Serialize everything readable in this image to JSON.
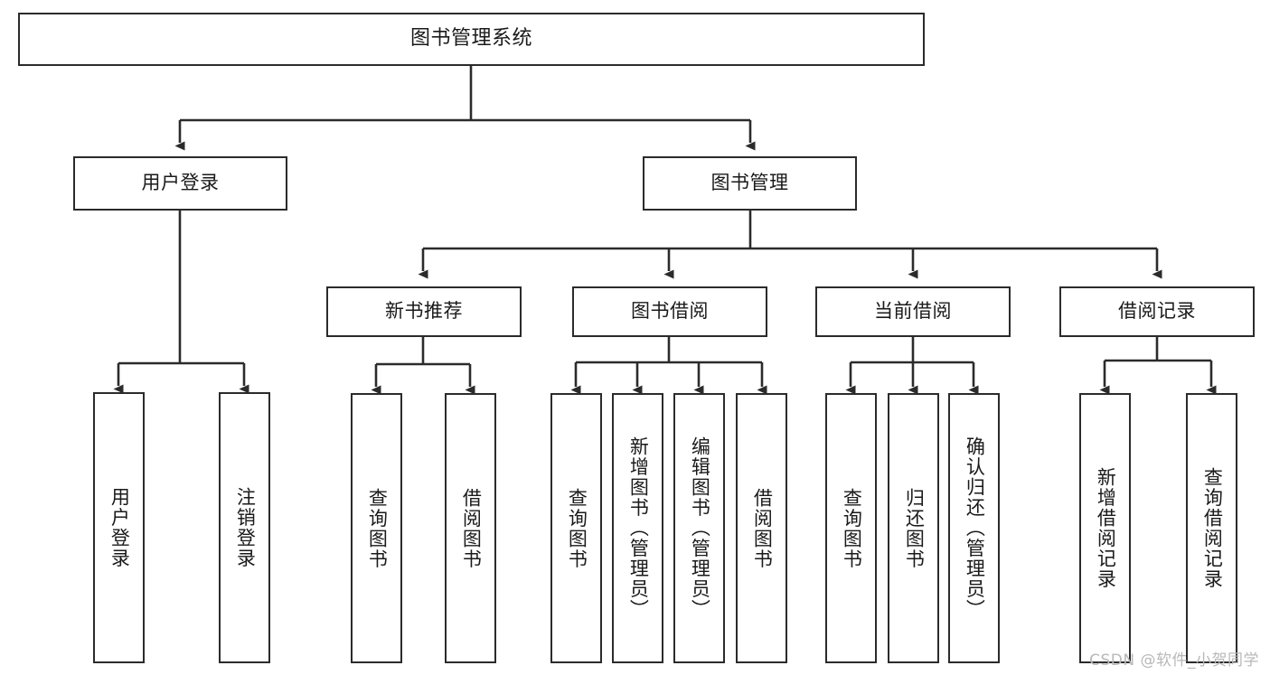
{
  "diagram": {
    "title": "图书管理系统",
    "watermark": "CSDN @软件_小贺同学",
    "stroke_color": "#2b2b2b",
    "fill_color": "#ffffff",
    "text_color": "#1a1a1a",
    "watermark_color": "#b8b8b8"
  },
  "nodes": {
    "root": {
      "label": "图书管理系统"
    },
    "level1": [
      {
        "label": "用户登录"
      },
      {
        "label": "图书管理"
      }
    ],
    "level2": [
      {
        "label": "新书推荐"
      },
      {
        "label": "图书借阅"
      },
      {
        "label": "当前借阅"
      },
      {
        "label": "借阅记录"
      }
    ],
    "leaves_user_login": [
      {
        "label": "用户登录"
      },
      {
        "label": "注销登录"
      }
    ],
    "leaves_new_book": [
      {
        "label": "查询图书"
      },
      {
        "label": "借阅图书"
      }
    ],
    "leaves_borrow": [
      {
        "label": "查询图书"
      },
      {
        "label": "新增图书（管理员）"
      },
      {
        "label": "编辑图书（管理员）"
      },
      {
        "label": "借阅图书"
      }
    ],
    "leaves_current": [
      {
        "label": "查询图书"
      },
      {
        "label": "归还图书"
      },
      {
        "label": "确认归还（管理员）"
      }
    ],
    "leaves_record": [
      {
        "label": "新增借阅记录"
      },
      {
        "label": "查询借阅记录"
      }
    ]
  }
}
